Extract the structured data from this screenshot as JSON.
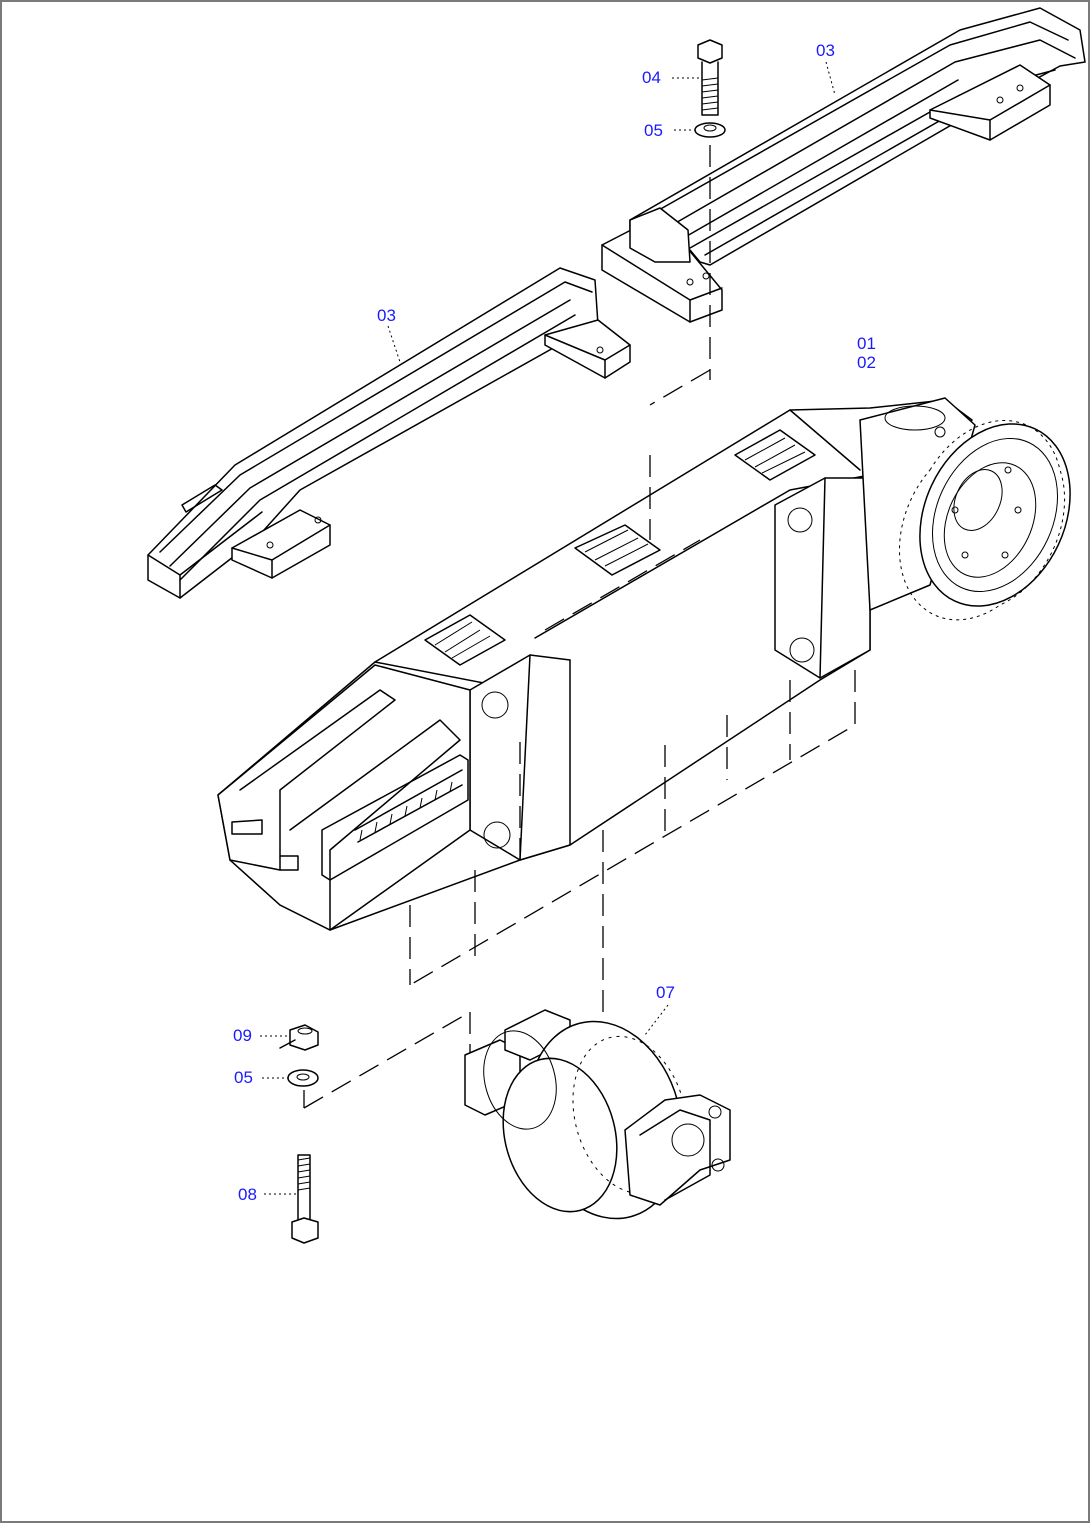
{
  "callouts": {
    "bolt_top": "04",
    "washer_top": "05",
    "rail_right": "03",
    "rail_left": "03",
    "frame_a": "01",
    "frame_b": "02",
    "roller": "07",
    "nut": "09",
    "washer_bottom": "05",
    "bolt_bottom": "08"
  },
  "colors": {
    "callout_text": "#1a1aff",
    "line": "#000000",
    "border": "#7a7a7a",
    "background": "#ffffff"
  },
  "icons": [
    "hex-bolt-icon",
    "washer-icon",
    "nut-icon",
    "track-roller-icon",
    "guide-rail-icon",
    "track-frame-icon"
  ]
}
